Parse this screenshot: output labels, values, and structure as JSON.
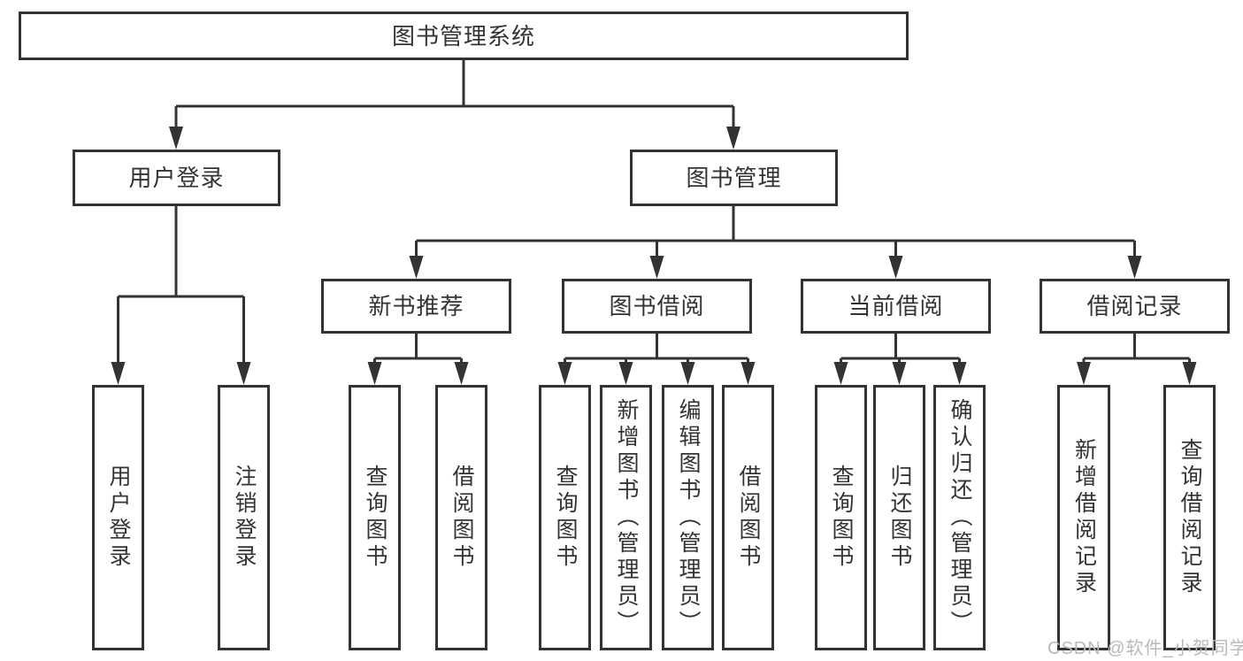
{
  "tree": {
    "label": "图书管理系统",
    "children": [
      {
        "label": "用户登录",
        "children": [
          {
            "label": "用户登录"
          },
          {
            "label": "注销登录"
          }
        ]
      },
      {
        "label": "图书管理",
        "children": [
          {
            "label": "新书推荐",
            "children": [
              {
                "label": "查询图书"
              },
              {
                "label": "借阅图书"
              }
            ]
          },
          {
            "label": "图书借阅",
            "children": [
              {
                "label": "查询图书"
              },
              {
                "label": "新增图书（管理员）"
              },
              {
                "label": "编辑图书（管理员）"
              },
              {
                "label": "借阅图书"
              }
            ]
          },
          {
            "label": "当前借阅",
            "children": [
              {
                "label": "查询图书"
              },
              {
                "label": "归还图书"
              },
              {
                "label": "确认归还（管理员）"
              }
            ]
          },
          {
            "label": "借阅记录",
            "children": [
              {
                "label": "新增借阅记录"
              },
              {
                "label": "查询借阅记录"
              }
            ]
          }
        ]
      }
    ]
  },
  "watermark": {
    "text": "CSDN @软件_小贺同学"
  },
  "colors": {
    "line": "#333333",
    "box_border": "#333333",
    "text": "#333333",
    "box_background": "#ffffff",
    "watermark_text": "#b9b9b9"
  }
}
